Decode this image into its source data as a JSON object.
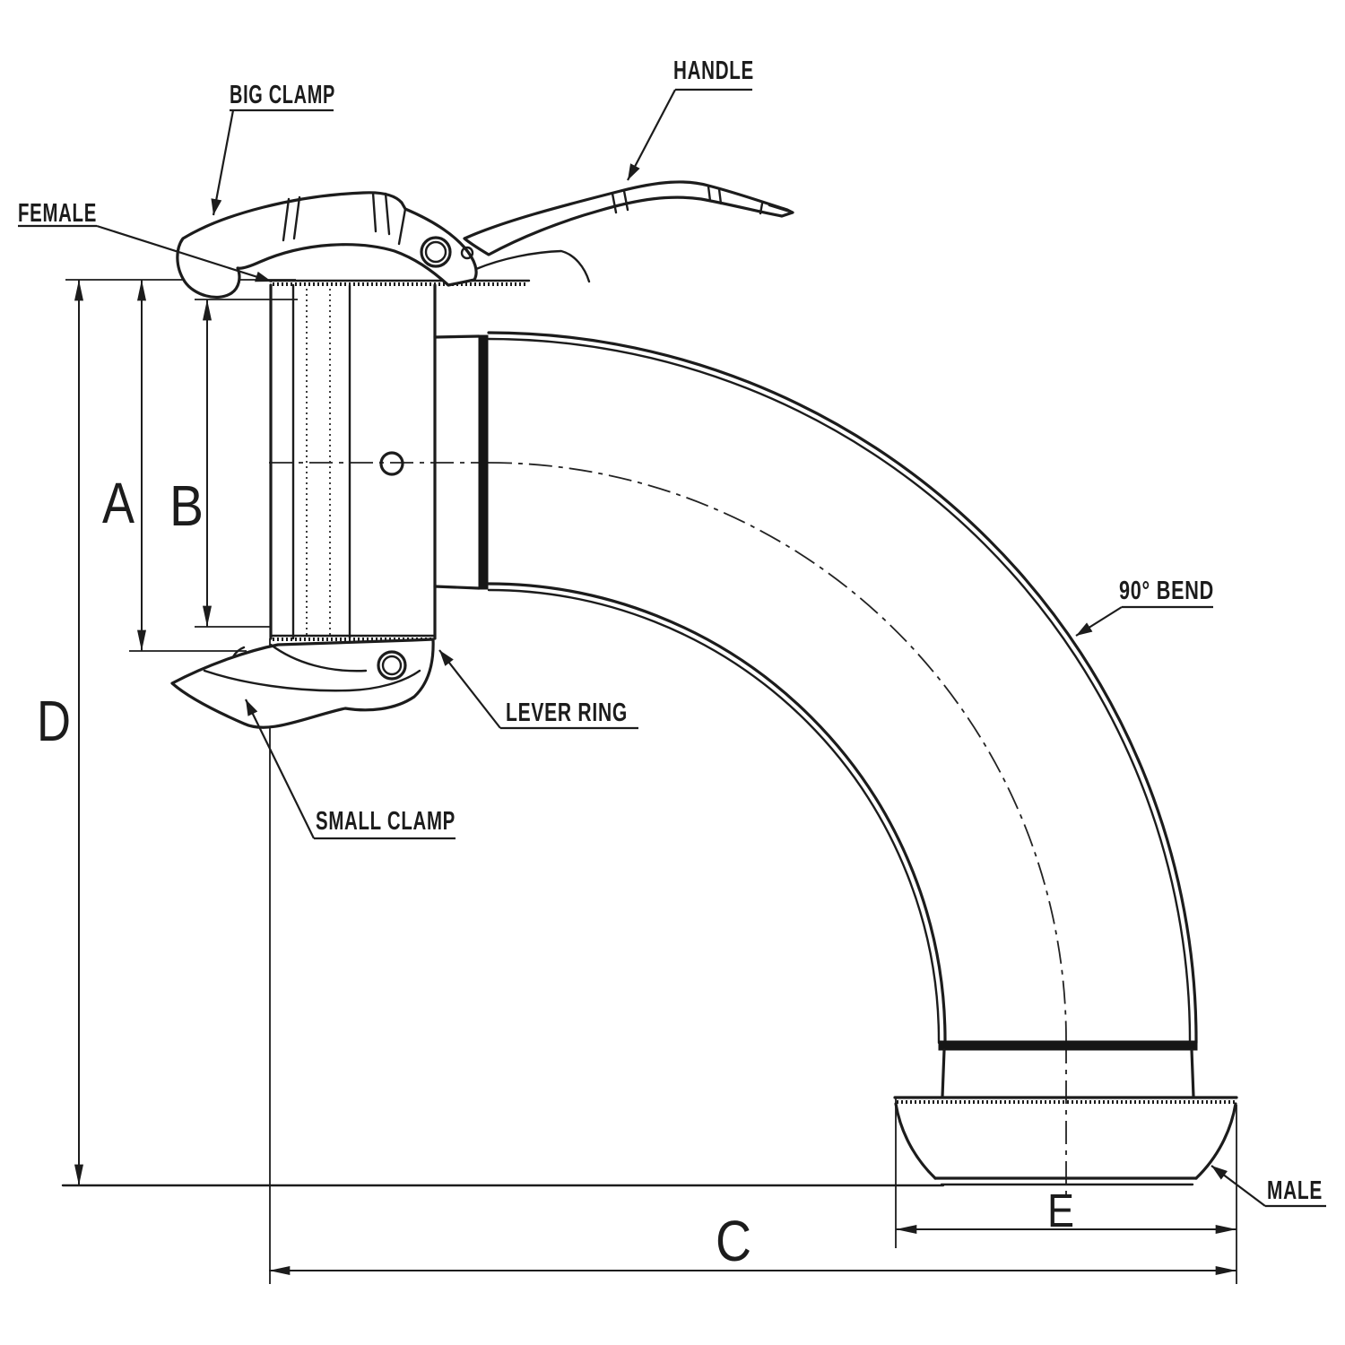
{
  "drawing": {
    "type": "engineering-diagram",
    "subject": "90 degree bend with female camlock coupling and male adaptor",
    "colors": {
      "line": "#1c1c1c",
      "background": "#ffffff",
      "solid_band": "#161616"
    }
  },
  "part_labels": {
    "female": "FEMALE",
    "big_clamp": "BIG CLAMP",
    "handle": "HANDLE",
    "lever_ring": "LEVER RING",
    "small_clamp": "SMALL CLAMP",
    "bend": "90° BEND",
    "male": "MALE"
  },
  "dim_labels": {
    "a": "A",
    "b": "B",
    "c": "C",
    "d": "D",
    "e": "E"
  }
}
